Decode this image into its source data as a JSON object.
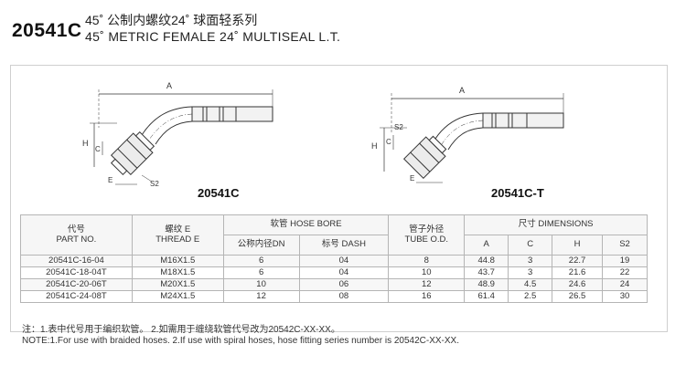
{
  "header": {
    "code": "20541C",
    "title_cn": "45˚ 公制内螺纹24˚ 球面轻系列",
    "title_en": "45˚ METRIC FEMALE 24˚ MULTISEAL L.T."
  },
  "drawing_labels": {
    "left": {
      "name": "20541C",
      "dim_a": "A",
      "dim_h": "H",
      "dim_c": "C",
      "dim_e": "E",
      "dim_s2": "S2"
    },
    "right": {
      "name": "20541C-T",
      "dim_a": "A",
      "dim_h": "H",
      "dim_c": "C",
      "dim_e": "E",
      "dim_s2": "S2"
    }
  },
  "table": {
    "headers": {
      "part_cn": "代号",
      "part_en": "PART NO.",
      "thread_cn": "螺纹 E",
      "thread_en": "THREAD E",
      "hose_bore": "软管  HOSE BORE",
      "dn": "公称内径DN",
      "dash": "标号 DASH",
      "tube_cn": "管子外径",
      "tube_en": "TUBE O.D.",
      "dims": "尺寸  DIMENSIONS",
      "a": "A",
      "c": "C",
      "h": "H",
      "s2": "S2"
    },
    "rows": [
      {
        "part": "20541C-16-04",
        "thread": "M16X1.5",
        "dn": "6",
        "dash": "04",
        "tube": "8",
        "a": "44.8",
        "c": "3",
        "h": "22.7",
        "s2": "19"
      },
      {
        "part": "20541C-18-04T",
        "thread": "M18X1.5",
        "dn": "6",
        "dash": "04",
        "tube": "10",
        "a": "43.7",
        "c": "3",
        "h": "21.6",
        "s2": "22"
      },
      {
        "part": "20541C-20-06T",
        "thread": "M20X1.5",
        "dn": "10",
        "dash": "06",
        "tube": "12",
        "a": "48.9",
        "c": "4.5",
        "h": "24.6",
        "s2": "24"
      },
      {
        "part": "20541C-24-08T",
        "thread": "M24X1.5",
        "dn": "12",
        "dash": "08",
        "tube": "16",
        "a": "61.4",
        "c": "2.5",
        "h": "26.5",
        "s2": "30"
      }
    ]
  },
  "notes": {
    "cn": "注：1.表中代号用于编织软管。 2.如需用于缠绕软管代号改为20542C-XX-XX。",
    "en": "NOTE:1.For use with braided hoses.  2.If use with spiral hoses, hose fitting series number is 20542C-XX-XX."
  }
}
